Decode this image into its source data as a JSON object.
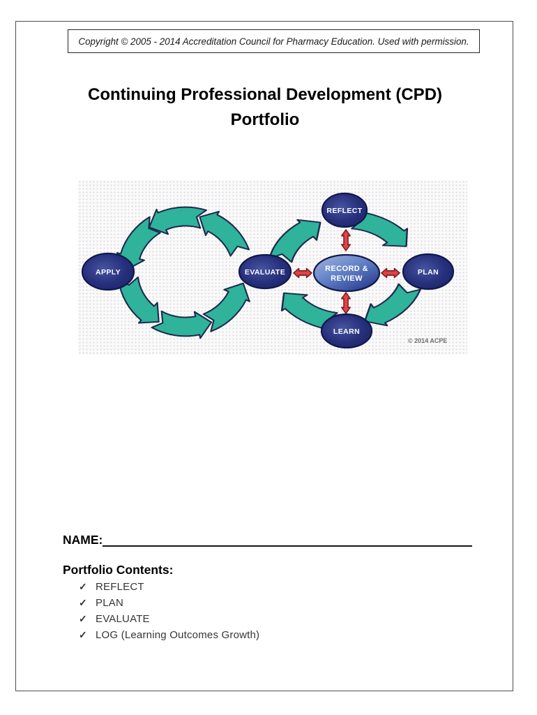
{
  "page": {
    "copyright_notice": "Copyright © 2005 - 2014 Accreditation Council for Pharmacy Education. Used with permission.",
    "title_line1": "Continuing Professional Development (CPD)",
    "title_line2": "Portfolio"
  },
  "diagram": {
    "credit": "© 2014 ACPE",
    "nodes": {
      "apply": "APPLY",
      "evaluate": "EVALUATE",
      "plan": "PLAN",
      "reflect": "REFLECT",
      "learn": "LEARN",
      "center_line1": "RECORD &",
      "center_line2": "REVIEW"
    },
    "colors": {
      "node_fill": "#232d7c",
      "center_fill_light": "#a4b6e0",
      "cycle_arrow": "#2fb39a",
      "link_arrow": "#e04343"
    }
  },
  "form": {
    "name_label": "NAME:"
  },
  "contents": {
    "heading": "Portfolio Contents:",
    "check_glyph": "✓",
    "items": [
      {
        "label": "REFLECT"
      },
      {
        "label": "PLAN"
      },
      {
        "label": "EVALUATE"
      },
      {
        "label": "LOG (Learning Outcomes Growth)"
      }
    ]
  }
}
